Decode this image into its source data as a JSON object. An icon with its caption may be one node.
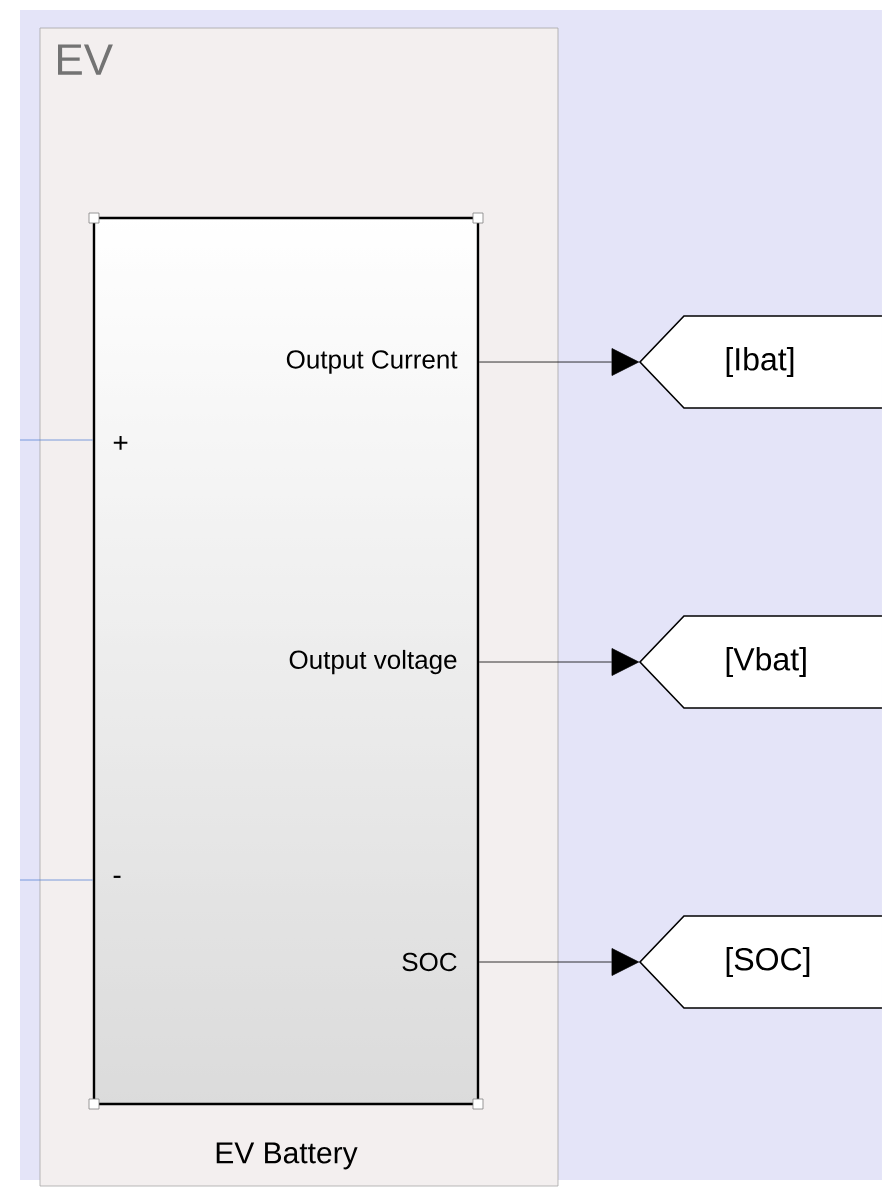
{
  "diagram": {
    "nodes": [
      {
        "text": [
          "EV"
        ]
      },
      {
        "text": [
          "Output Current",
          "+",
          "Output voltage",
          "-",
          "SOC",
          "EV Battery"
        ],
        "in": 0
      },
      {
        "text": [
          "[Ibat]"
        ]
      },
      {
        "text": [
          "[Vbat]"
        ]
      },
      {
        "text": [
          "[SOC]"
        ]
      }
    ],
    "edges": [
      {
        "from": 1,
        "to": 2,
        "arrow": "to"
      },
      {
        "from": 1,
        "to": 3,
        "arrow": "to"
      },
      {
        "from": 1,
        "to": 4,
        "arrow": "to"
      },
      {
        "from": null,
        "to": 1,
        "arrow": "none",
        "color": "#5b86d6"
      },
      {
        "from": null,
        "to": 1,
        "arrow": "none",
        "color": "#5b86d6"
      }
    ]
  }
}
